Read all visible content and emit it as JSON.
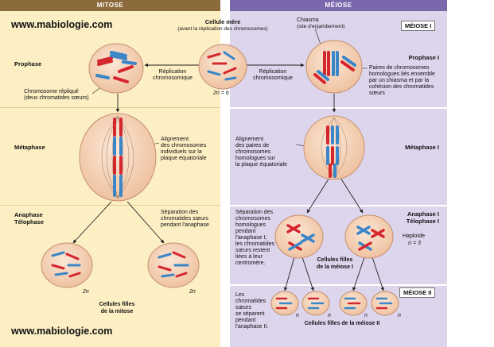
{
  "headers": {
    "mitose": "MITOSE",
    "meiose": "MÉIOSE"
  },
  "site": {
    "top": "www.mabiologie.com",
    "bottom": "www.mabiologie.com"
  },
  "labels": {
    "cellule_mere": "Cellule mère",
    "cellule_mere_sub": "(avant la réplication des chromosomes)",
    "chiasma": "Chiasma",
    "chiasma_sub": "(site d'enjambement)",
    "meiose_i": "MÉIOSE I",
    "meiose_ii": "MÉIOSE II",
    "prophase": "Prophase",
    "prophase_i": "Prophase I",
    "metaphase": "Métaphase",
    "metaphase_i": "Métaphase I",
    "anaphase": "Anaphase",
    "telophase": "Télophase",
    "anaphase_i": "Anaphase I",
    "telophase_i": "Télophase I",
    "replication_l1": "Réplication",
    "replication_l2": "chromosomique",
    "chrom_rep_l1": "Chromosome répliqué",
    "chrom_rep_l2": "(deux chromatides sœurs)",
    "two_n_6": "2n = 6",
    "paires": [
      "Paires de chromosomes",
      "homologues liés ensemble",
      "par un chiasma et par la",
      "cohésion des chromatides",
      "sœurs"
    ],
    "align_mito": [
      "Alignement",
      "des chromosomes",
      "individuels sur la",
      "plaque équatoriale"
    ],
    "align_meio": [
      "Alignement",
      "des paires de",
      "chromosomes",
      "homologues sur",
      "la plaque équatoriale"
    ],
    "separation_mito": [
      "Séparation des",
      "chromatides sœurs",
      "pendant l'anaphase"
    ],
    "separation_meio": [
      "Séparation des",
      "chromosomes",
      "homologues",
      "pendant",
      "l'anaphase I;",
      "les chromatides",
      "sœurs restent",
      "liées à leur",
      "centromère."
    ],
    "haploide": "Haploïde",
    "n_3": "n = 3",
    "cellules_filles_meiose_i_l1": "Cellules filles",
    "cellules_filles_meiose_i_l2": "de la méiose I",
    "two_n": "2n",
    "cellules_filles_mitose_l1": "Cellules filles",
    "cellules_filles_mitose_l2": "de la mitose",
    "chromatides_sep": [
      "Les",
      "chromatides",
      "sœurs",
      "se séparent",
      "pendant",
      "l'anaphase II."
    ],
    "n": "n",
    "cellules_filles_meiose_ii": "Cellules filles de la méiose II"
  },
  "colors": {
    "mitose_bg": "#fcefc4",
    "meiose_bg": "#ddd5ec",
    "mitose_header": "#8b6a3c",
    "meiose_header": "#7b67ab",
    "cell_fill": "#f6d6bd",
    "cell_stroke": "#c4906e",
    "chrom_red": "#d6262d",
    "chrom_blue": "#3a86c8"
  }
}
